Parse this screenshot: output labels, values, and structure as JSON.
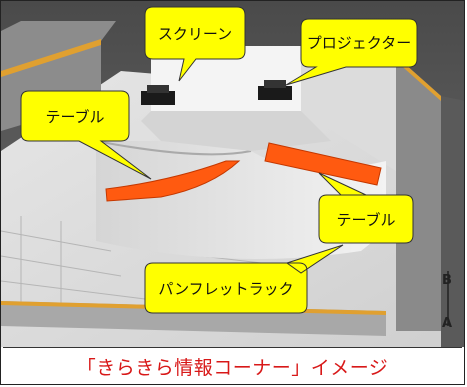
{
  "callouts": {
    "screen": "スクリーン",
    "projector": "プロジェクター",
    "table_left": "テーブル",
    "table_right": "テーブル",
    "pamphlet_rack": "パンフレットラック"
  },
  "plan_markings": {
    "section_top": "B",
    "section_bottom": "A"
  },
  "caption": "「きらきら情報コーナー」イメージ",
  "colors": {
    "callout_fill": "#ffff00",
    "table_color": "#ff5a10",
    "wall_trim": "#e0a030",
    "caption_text": "#d81818"
  }
}
